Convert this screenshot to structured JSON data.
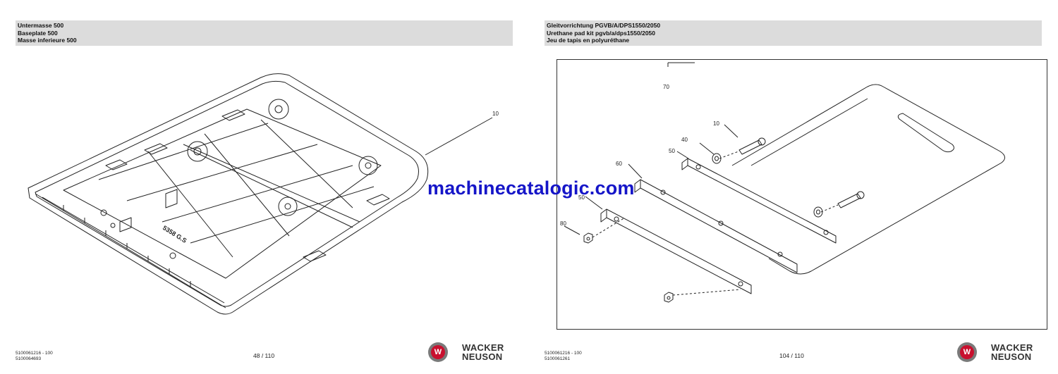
{
  "left_page": {
    "header": {
      "line1": "Untermasse 500",
      "line2": "Baseplate 500",
      "line3": "Masse inferieure 500"
    },
    "callouts": {
      "c10": "10"
    },
    "part_marking": "5358 G.S",
    "footer": {
      "code1": "5100061216 - 100",
      "code2": "5100064693",
      "page_number": "48 / 110"
    }
  },
  "right_page": {
    "header": {
      "line1": "Gleitvorrichtung PGVB/A/DPS1550/2050",
      "line2": "Urethane pad kit pgvb/a/dps1550/2050",
      "line3": "Jeu de tapis en polyuréthane"
    },
    "callouts": {
      "c70": "70",
      "c10": "10",
      "c40": "40",
      "c50a": "50",
      "c60": "60",
      "c50b": "50",
      "c80": "80"
    },
    "footer": {
      "code1": "5100061216 - 100",
      "code2": "5100061261",
      "page_number": "104 / 110"
    }
  },
  "logo": {
    "line1": "WACKER",
    "line2": "NEUSON",
    "mark": "W"
  },
  "watermark": "machinecatalogic.com",
  "colors": {
    "header_bg": "#dcdcdc",
    "watermark": "#1515c8",
    "logo_red": "#c8102e"
  }
}
